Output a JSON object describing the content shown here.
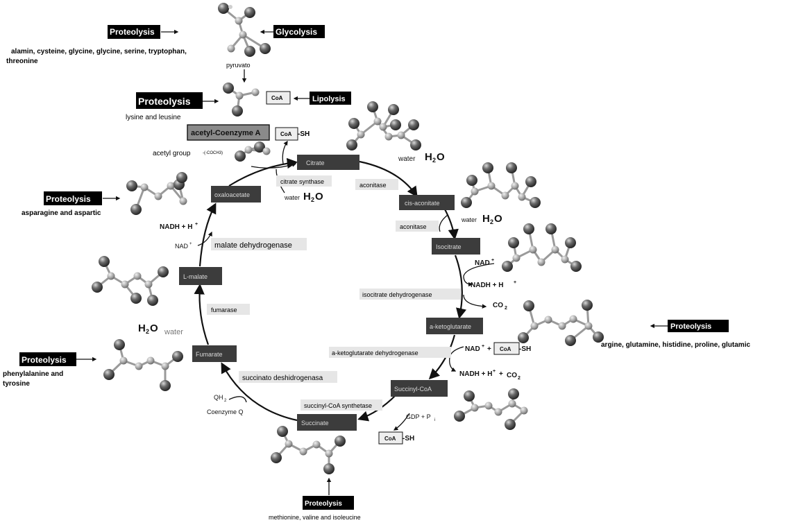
{
  "cycle": {
    "intermediates": {
      "citrate": "Citrate",
      "cis_aconitate": "cis-aconitate",
      "isocitrate": "Isocitrate",
      "a_ketoglutarate": "a-ketoglutarate",
      "succinyl_coa": "Succinyl-CoA",
      "succinate": "Succinate",
      "fumarate": "Fumarate",
      "l_malate": "L-malate",
      "oxaloacetate": "oxaloacetate"
    },
    "enzymes": {
      "citrate_synthase": "citrate synthase",
      "aconitase_1": "aconitase",
      "aconitase_2": "aconitase",
      "isocitrate_dh": "isocitrate dehydrogenase",
      "akg_dh": "a-ketoglutarate dehydrogenase",
      "succinyl_coa_synthetase": "succinyl-CoA synthetase",
      "succinate_dh": "succinato deshidrogenasa",
      "fumarase": "fumarase",
      "malate_dh": "malate dehydrogenase"
    },
    "cofactors": {
      "water": "water",
      "h2o_h": "H",
      "h2o_sub": "2",
      "h2o_o": "O",
      "nad_plus": "NAD",
      "nadh": "NADH + H",
      "plus_sup": "+",
      "co2_c": "CO",
      "co2_sub": "2",
      "co2_combo": "NADH + H",
      "gdp_pi": "GDP + P",
      "pi_sub": "i",
      "qh2": "QH",
      "qh2_sub": "2",
      "coenzyme_q": "Coenzyme Q",
      "coa": "CoA",
      "sh": "-SH",
      "nad_plus_combo": "NAD",
      "plus": "+"
    }
  },
  "entry": {
    "pyruvate_label": "pyruvato",
    "acetyl_coa_label": "acetyl-Coenzyme A",
    "acetyl_group": "acetyl group",
    "acetyl_formula": "-(-COCH3)",
    "glycolysis": "Glycolysis",
    "lipolysis": "Lipolysis"
  },
  "proteolysis": {
    "label": "Proteolysis",
    "top": "alamin, cysteine, glycine, glycine, serine, tryptophan,",
    "top_line2": "threonine",
    "lysine": "lysine and leusine",
    "asparagine": "asparagine and aspartic",
    "phenyl_line1": "phenylalanine and",
    "phenyl_line2": "tyrosine",
    "arginine": "argine, glutamine, histidine, proline, glutamic",
    "methionine": "methionine, valine and isoleucine"
  },
  "colors": {
    "box_dark": "#3c3c3c",
    "label_bg": "#e6e6e6",
    "atom": "#4a4a4a",
    "bond": "#9a9a9a"
  }
}
